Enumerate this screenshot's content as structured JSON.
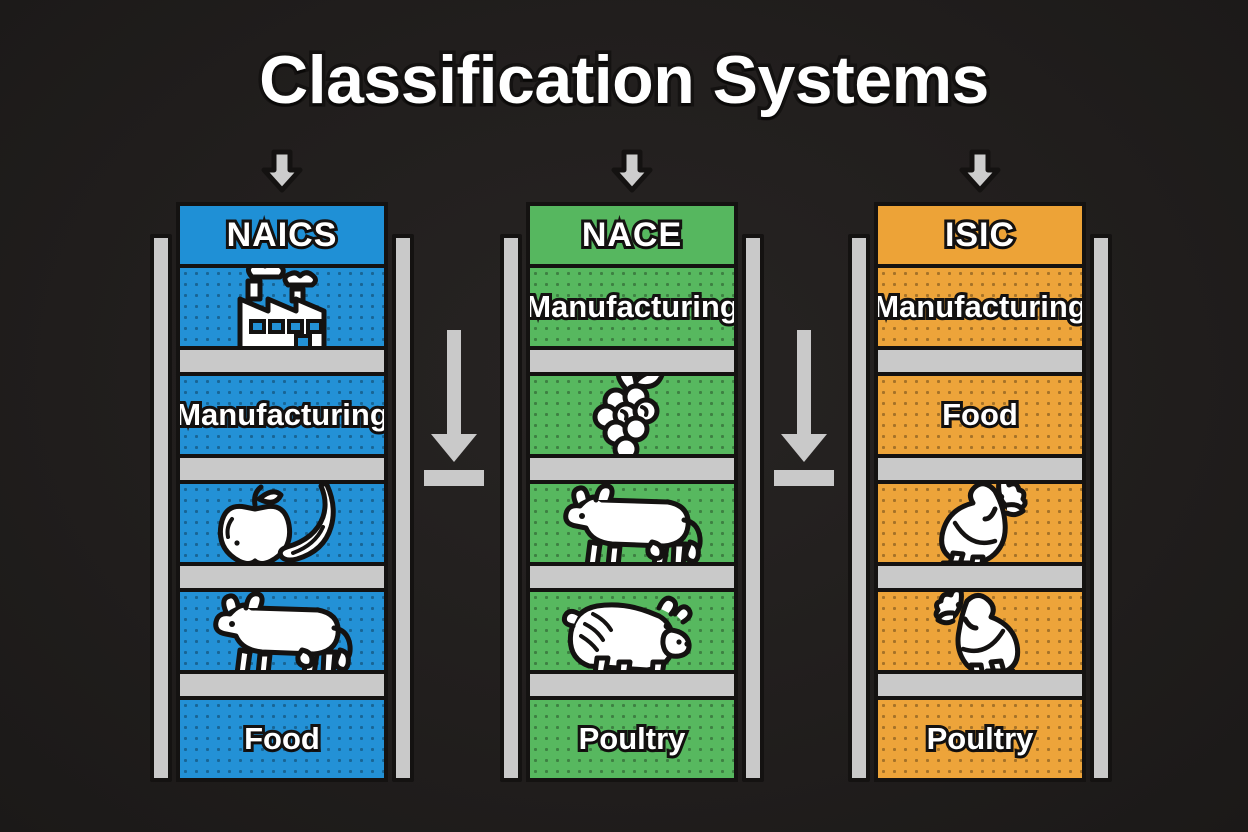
{
  "page": {
    "title": "Classification Systems",
    "background_color": "#211e1d"
  },
  "colors": {
    "naics": "#2391d6",
    "nace": "#57b85f",
    "isic": "#eda43a",
    "rail": "#c9c9c9",
    "outline": "#141211",
    "text": "#ffffff"
  },
  "columns": [
    {
      "id": "naics",
      "header": "NAICS",
      "accent": "#2391d6",
      "top_arrow": "arrow-down-icon",
      "cells": [
        {
          "type": "icon",
          "icon": "factory-icon",
          "label": ""
        },
        {
          "type": "text",
          "icon": "",
          "label": "Manufacturing"
        },
        {
          "type": "icon",
          "icon": "fruit-apple-banana-icon",
          "label": ""
        },
        {
          "type": "icon",
          "icon": "cow-icon",
          "label": ""
        },
        {
          "type": "text",
          "icon": "",
          "label": "Food"
        }
      ]
    },
    {
      "id": "nace",
      "header": "NACE",
      "accent": "#57b85f",
      "top_arrow": "arrow-down-icon",
      "cells": [
        {
          "type": "text",
          "icon": "",
          "label": "Manufacturing"
        },
        {
          "type": "icon",
          "icon": "grapes-icon",
          "label": ""
        },
        {
          "type": "icon",
          "icon": "cow-icon",
          "label": ""
        },
        {
          "type": "icon",
          "icon": "pig-icon",
          "label": ""
        },
        {
          "type": "text",
          "icon": "",
          "label": "Poultry"
        }
      ]
    },
    {
      "id": "isic",
      "header": "ISIC",
      "accent": "#eda43a",
      "top_arrow": "arrow-down-icon",
      "cells": [
        {
          "type": "text",
          "icon": "",
          "label": "Manufacturing"
        },
        {
          "type": "text",
          "icon": "",
          "label": "Food"
        },
        {
          "type": "icon",
          "icon": "chicken-icon",
          "label": ""
        },
        {
          "type": "icon",
          "icon": "chicken-icon",
          "label": ""
        },
        {
          "type": "text",
          "icon": "",
          "label": "Poultry"
        }
      ]
    }
  ],
  "flow_arrows": [
    {
      "id": "flow-naics-to-nace",
      "icon": "long-arrow-down-icon"
    },
    {
      "id": "flow-nace-to-isic",
      "icon": "long-arrow-down-icon"
    }
  ]
}
